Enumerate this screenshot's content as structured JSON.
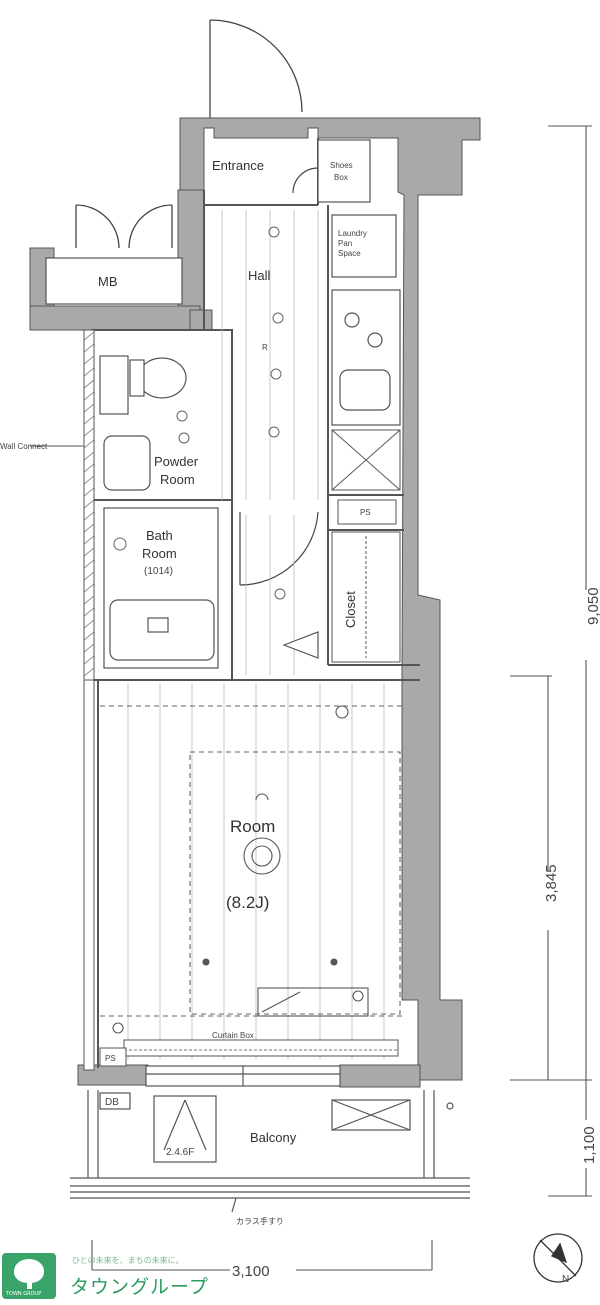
{
  "rooms": {
    "entrance": "Entrance",
    "shoes_box": [
      "Shoes",
      "Box"
    ],
    "hall": "Hall",
    "mb": "MB",
    "powder_room": [
      "Powder",
      "Room"
    ],
    "bath_room": [
      "Bath",
      "Room",
      "(1014)"
    ],
    "closet": "Closet",
    "room": [
      "Room",
      "(8.2J)"
    ],
    "balcony": "Balcony",
    "ps": "PS",
    "ps_lower": "PS",
    "db": "DB",
    "wall_connect": "Wall Connect",
    "curtain_box": "Curtain Box",
    "r_mark": "R",
    "balcony_tank": "2.4.6F",
    "glass_rail": "カラス手すり",
    "laundry": [
      "Laundry",
      "Pan",
      "Space"
    ]
  },
  "dimensions": {
    "total_height": "9,050",
    "room_height": "3,845",
    "balcony_depth": "1,100",
    "width": "3,100"
  },
  "logo": {
    "brand": "タウングループ",
    "tagline": "ひとの未来を、まちの未来に。",
    "mark_caption": "TOWN GROUP"
  },
  "compass": "N"
}
